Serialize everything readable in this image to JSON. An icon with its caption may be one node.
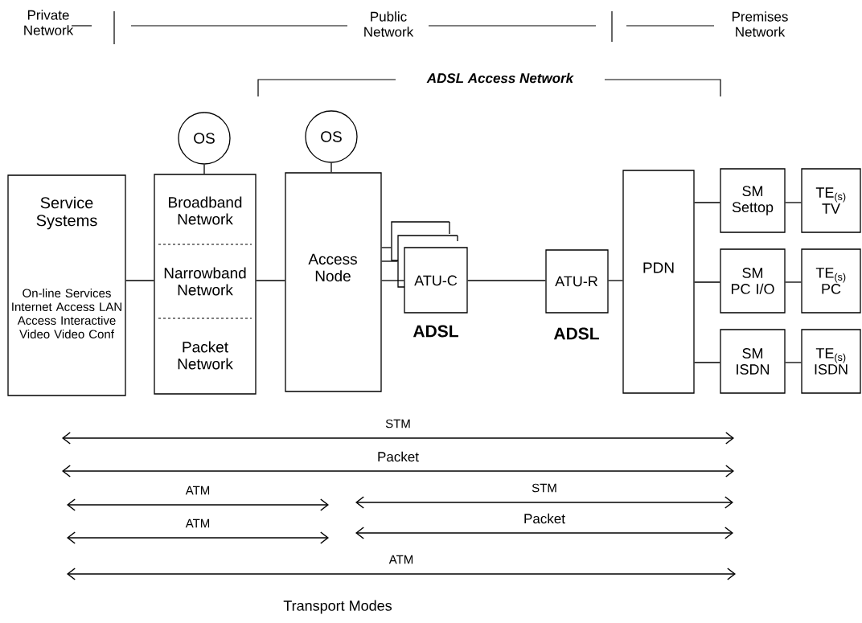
{
  "diagram": {
    "title": "Transport Modes",
    "nodes": [
      {
        "text": [
          "Service Systems",
          "On-line Services Internet Access LAN Access Interactive Video Video Conf"
        ]
      },
      {
        "text": [
          "OS"
        ]
      },
      {
        "text": [
          "Broadband Network",
          "Narrowband Network",
          "Packet Network"
        ]
      },
      {
        "text": [
          "OS"
        ]
      },
      {
        "text": [
          "Access Node"
        ]
      },
      {
        "text": [
          "ATU-C"
        ],
        "beside": [
          "ADSL"
        ]
      },
      {
        "text": [
          "ATU-R"
        ],
        "beside": [
          "ADSL"
        ]
      },
      {
        "text": [
          "PDN"
        ]
      },
      {
        "text": [
          "SM Settop"
        ]
      },
      {
        "text": [
          "TE$_{(s)}$ TV"
        ]
      },
      {
        "text": [
          "SM PC I/O"
        ]
      },
      {
        "text": [
          "TE$_{(s)}$ PC"
        ]
      },
      {
        "text": [
          "SM ISDN"
        ]
      },
      {
        "text": [
          "TE$_{(s)}$ ISDN"
        ]
      }
    ],
    "edges": [
      {
        "from": 0,
        "to": 2,
        "arrow": "none"
      },
      {
        "from": 1,
        "to": 2,
        "arrow": "none"
      },
      {
        "from": 2,
        "to": 4,
        "arrow": "none"
      },
      {
        "from": 3,
        "to": 4,
        "arrow": "none"
      },
      {
        "from": 4,
        "to": 5,
        "arrow": "none"
      },
      {
        "from": 4,
        "to": 5,
        "arrow": "none"
      },
      {
        "from": 4,
        "to": 5,
        "arrow": "none"
      },
      {
        "from": 5,
        "to": 6,
        "arrow": "none"
      },
      {
        "from": 6,
        "to": 7,
        "arrow": "none"
      },
      {
        "from": 7,
        "to": 8,
        "arrow": "none"
      },
      {
        "from": 7,
        "to": 10,
        "arrow": "none"
      },
      {
        "from": 7,
        "to": 12,
        "arrow": "none"
      },
      {
        "from": 8,
        "to": 9,
        "arrow": "none"
      },
      {
        "from": 10,
        "to": 11,
        "arrow": "none"
      },
      {
        "from": 12,
        "to": 13,
        "arrow": "none"
      }
    ],
    "labels": [
      "Private Network",
      "Public Network",
      "Premises Network",
      "ADSL Access Network",
      "STM",
      "Packet",
      "ATM",
      "STM",
      "ATM",
      "Packet",
      "ATM"
    ]
  }
}
